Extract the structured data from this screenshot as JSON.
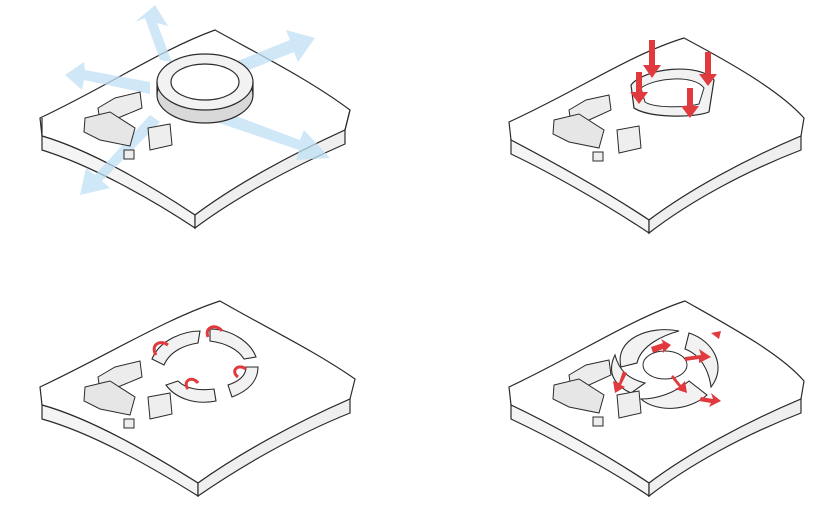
{
  "diagram": {
    "steps": [
      {
        "id": 1,
        "concept": "ring-with-site-flows",
        "annotation": "blue-flow-arrows"
      },
      {
        "id": 2,
        "concept": "ring-compressed",
        "annotation": "red-down-arrows"
      },
      {
        "id": 3,
        "concept": "ring-split-and-rotated",
        "annotation": "red-rotation-arrows"
      },
      {
        "id": 4,
        "concept": "spiral-pinwheel",
        "annotation": "red-outward-arrows"
      }
    ]
  },
  "colors": {
    "flow_arrow": "#bfe0f5",
    "force_arrow": "#e0393e",
    "site_fill": "#ffffff",
    "site_side": "#f4f4f4",
    "outline": "#2b2b2b",
    "massing": "#ececec",
    "massing_shade": "#d9d9d9"
  },
  "icons": {
    "flow_arrow": "wide-arrow-icon",
    "down_arrow": "down-arrow-icon",
    "rotate_arrow": "rotate-arrow-icon",
    "outward_arrow": "outward-arrow-icon"
  }
}
